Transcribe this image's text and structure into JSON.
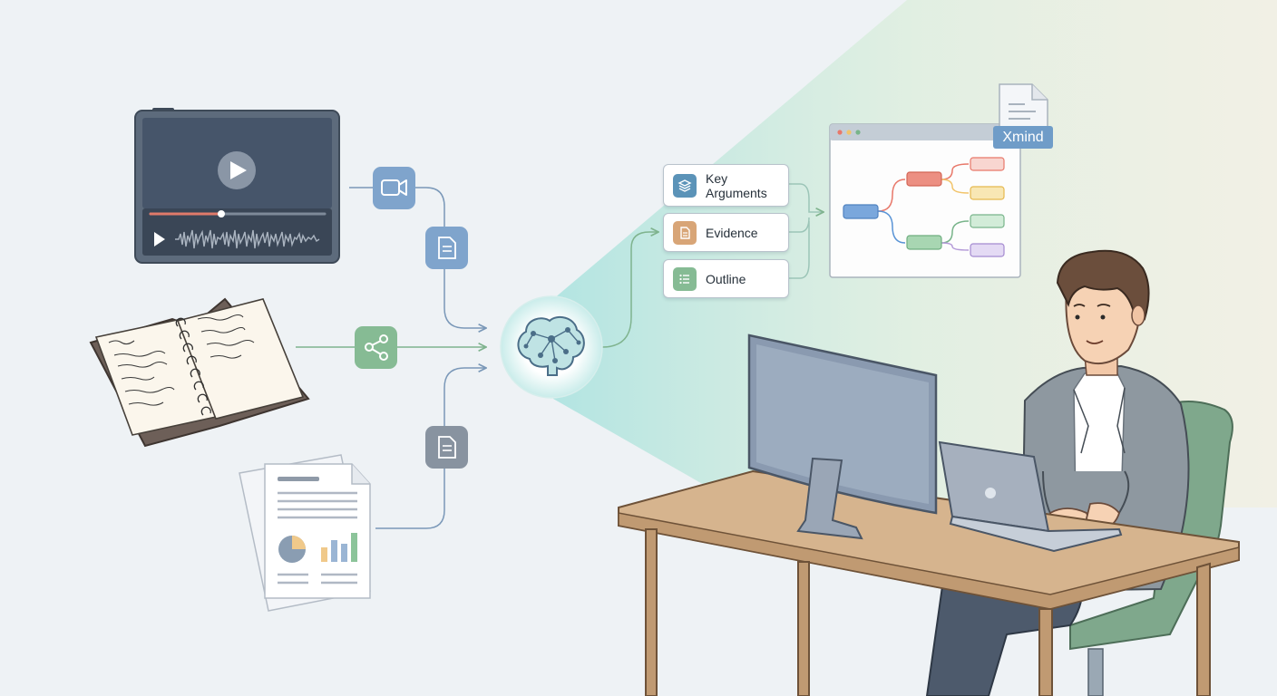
{
  "outputs": {
    "items": [
      {
        "label": "Key Arguments",
        "icon": "layers-icon",
        "color": "#5b93b8"
      },
      {
        "label": "Evidence",
        "icon": "document-icon",
        "color": "#d8a577"
      },
      {
        "label": "Outline",
        "icon": "list-icon",
        "color": "#86bb94"
      }
    ]
  },
  "export": {
    "label": "Xmind",
    "icon": "file-icon"
  },
  "sources": {
    "video": {
      "icon": "video-camera-icon"
    },
    "notebook": {
      "icon": "share-icon"
    },
    "report": {
      "icon": "document-icon"
    }
  },
  "hub": {
    "icon": "brain-network-icon"
  },
  "colors": {
    "background": "#eef2f5",
    "accent_blue": "#6f9cc8",
    "accent_green": "#86bb94",
    "mindmap": [
      "#e8786a",
      "#f2c46a",
      "#78b48a",
      "#b49ad8",
      "#5a94d6"
    ]
  }
}
